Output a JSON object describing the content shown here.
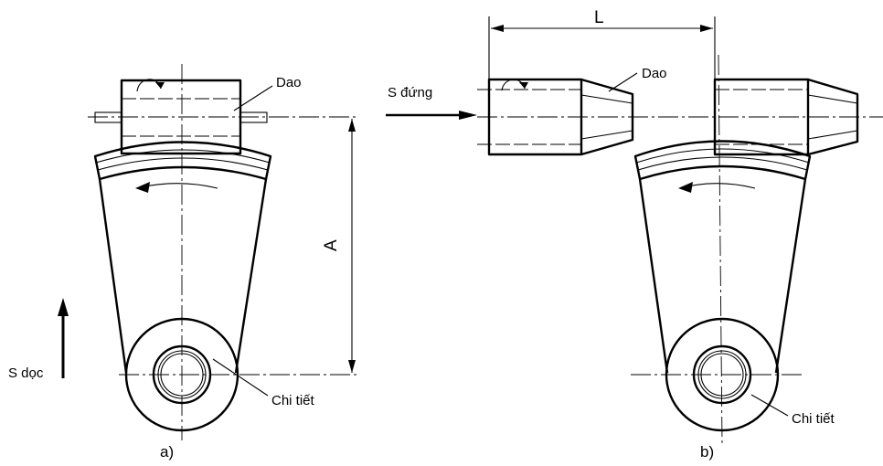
{
  "figure_a": {
    "tool_label": "Dao",
    "workpiece_label": "Chi tiết",
    "feed_label": "S dọc",
    "dimension_label": "A",
    "caption": "a)"
  },
  "figure_b": {
    "tool_label": "Dao",
    "workpiece_label": "Chi tiết",
    "feed_label": "S đứng",
    "dimension_label": "L",
    "caption": "b)"
  }
}
